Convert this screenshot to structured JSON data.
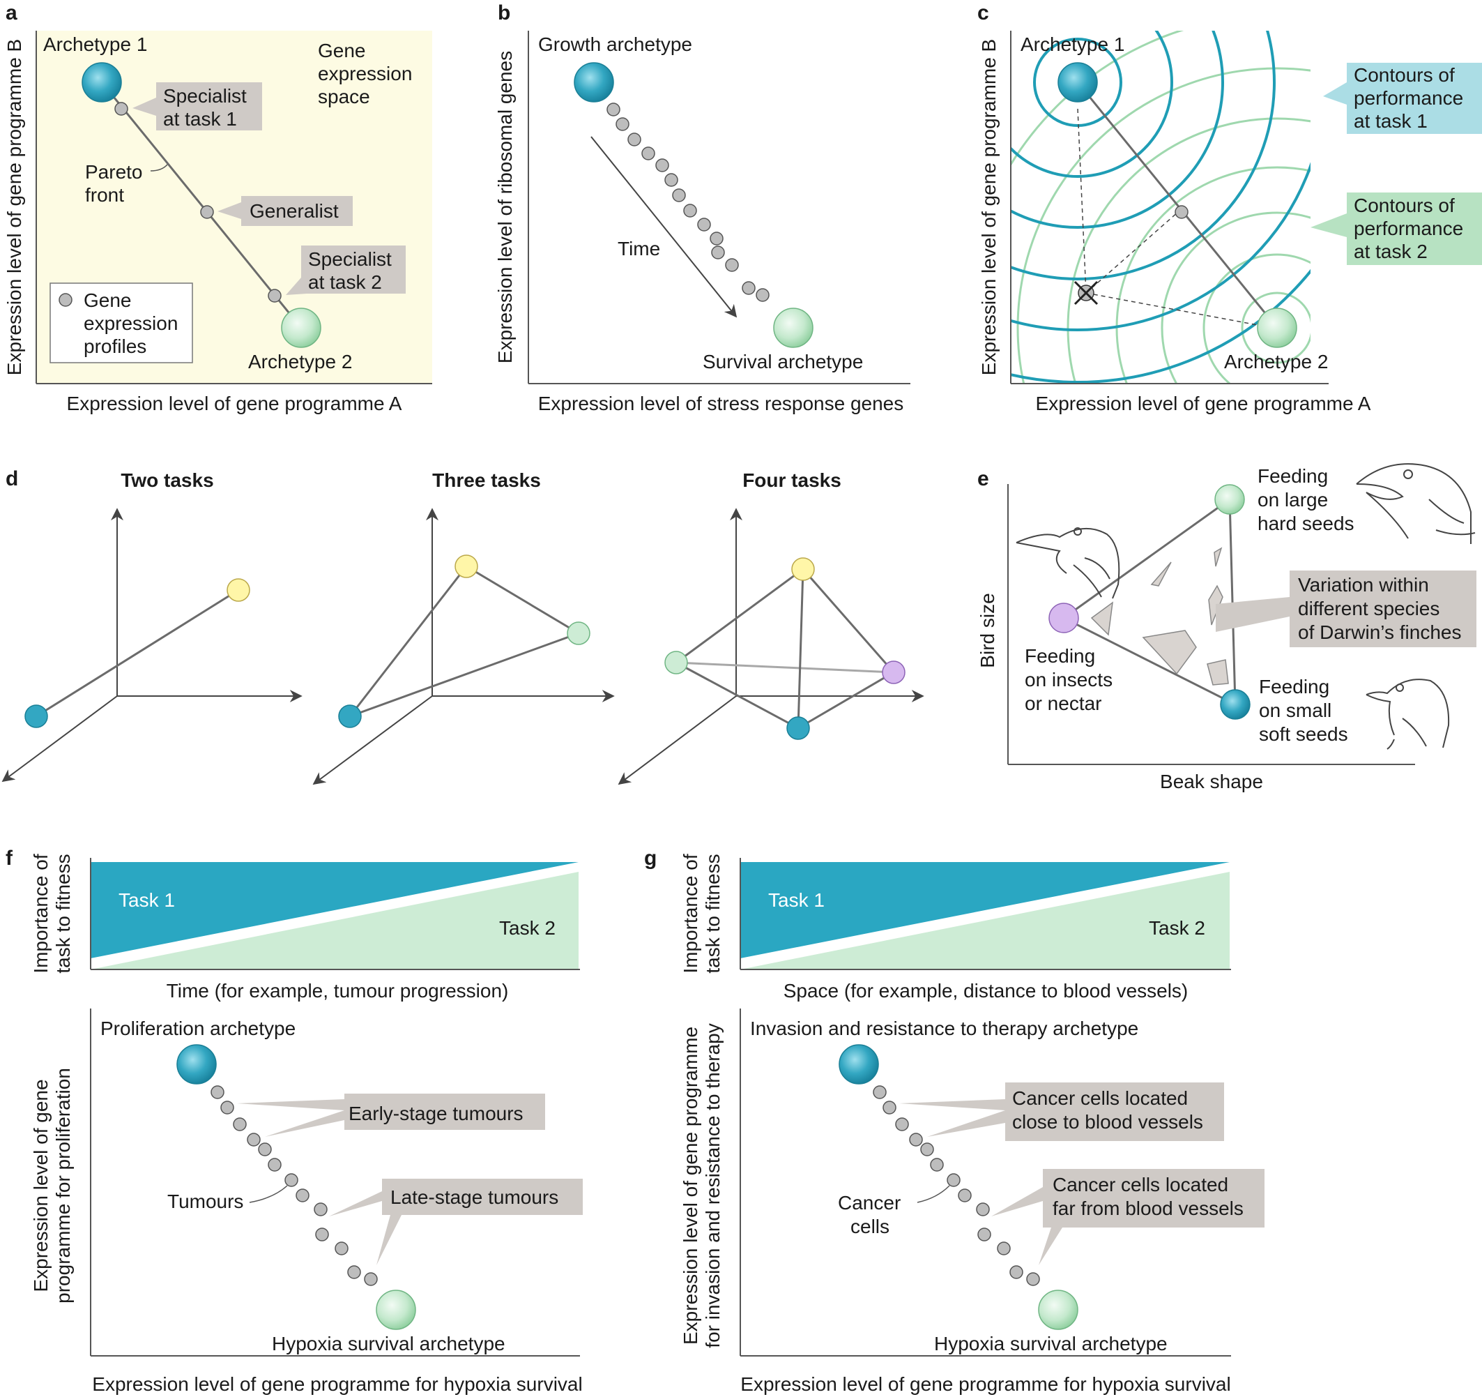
{
  "colors": {
    "blue": "#33a7c2",
    "green": "#cdecd5",
    "yellow": "#fff6a8",
    "purple": "#d7b9ef",
    "panel_bg": "#fdfbe3",
    "callout": "#cfcac6"
  },
  "a": {
    "panel": "a",
    "archetype1": "Archetype 1",
    "archetype2": "Archetype 2",
    "space_l1": "Gene",
    "space_l2": "expression",
    "space_l3": "space",
    "spec1_l1": "Specialist",
    "spec1_l2": "at task 1",
    "generalist": "Generalist",
    "spec2_l1": "Specialist",
    "spec2_l2": "at task 2",
    "pareto_l1": "Pareto",
    "pareto_l2": "front",
    "legend_l1": "Gene",
    "legend_l2": "expression",
    "legend_l3": "profiles",
    "xlabel": "Expression level of gene programme A",
    "ylabel": "Expression level of gene programme B"
  },
  "b": {
    "panel": "b",
    "growth": "Growth archetype",
    "survival": "Survival archetype",
    "time": "Time",
    "xlabel": "Expression level of stress response genes",
    "ylabel": "Expression level of ribosomal genes"
  },
  "c": {
    "panel": "c",
    "archetype1": "Archetype 1",
    "archetype2": "Archetype 2",
    "perf1_l1": "Contours of",
    "perf1_l2": "performance",
    "perf1_l3": "at task 1",
    "perf2_l1": "Contours of",
    "perf2_l2": "performance",
    "perf2_l3": "at task 2",
    "xlabel": "Expression level of gene programme A",
    "ylabel": "Expression level of gene programme B"
  },
  "d": {
    "panel": "d",
    "two": "Two tasks",
    "three": "Three tasks",
    "four": "Four tasks"
  },
  "e": {
    "panel": "e",
    "large_l1": "Feeding",
    "large_l2": "on large",
    "large_l3": "hard seeds",
    "var_l1": "Variation within",
    "var_l2": "different species",
    "var_l3": "of Darwin’s finches",
    "insect_l1": "Feeding",
    "insect_l2": "on insects",
    "insect_l3": "or nectar",
    "small_l1": "Feeding",
    "small_l2": "on small",
    "small_l3": "soft seeds",
    "xlabel": "Beak shape",
    "ylabel": "Bird size"
  },
  "f": {
    "panel": "f",
    "task1": "Task 1",
    "task2": "Task 2",
    "importance_l1": "Importance of",
    "importance_l2": "task to fitness",
    "time_label": "Time (for example, tumour progression)",
    "prolif": "Proliferation archetype",
    "early": "Early-stage tumours",
    "late": "Late-stage tumours",
    "tumours": "Tumours",
    "hypoxia": "Hypoxia survival archetype",
    "xlabel": "Expression level of gene programme for hypoxia survival",
    "ylabel_l1": "Expression level of gene",
    "ylabel_l2": "programme for proliferation"
  },
  "g": {
    "panel": "g",
    "task1": "Task 1",
    "task2": "Task 2",
    "importance_l1": "Importance of",
    "importance_l2": "task to fitness",
    "space_label": "Space (for example, distance to blood vessels)",
    "invasion": "Invasion and resistance to therapy archetype",
    "close_l1": "Cancer cells located",
    "close_l2": "close to blood vessels",
    "far_l1": "Cancer cells located",
    "far_l2": "far from blood vessels",
    "cancer_l1": "Cancer",
    "cancer_l2": "cells",
    "hypoxia": "Hypoxia survival archetype",
    "xlabel": "Expression level of gene programme for hypoxia survival",
    "ylabel_l1": "Expression level of gene programme",
    "ylabel_l2": "for invasion and resistance to therapy"
  }
}
